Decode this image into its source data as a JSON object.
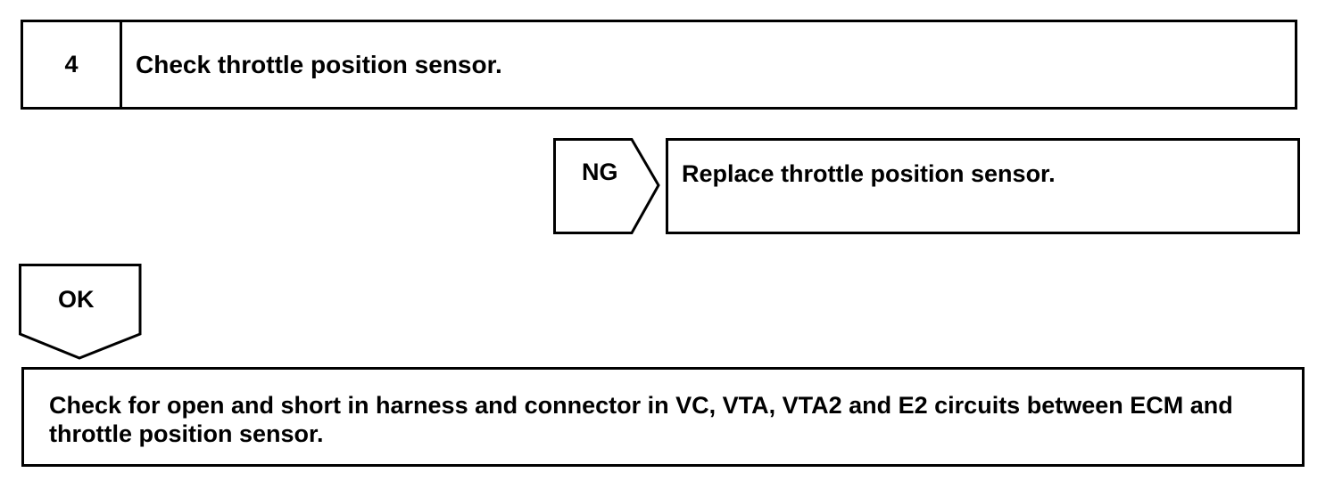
{
  "step": {
    "number": "4",
    "title": "Check throttle position sensor."
  },
  "ng_branch": {
    "label": "NG",
    "result": "Replace throttle position sensor."
  },
  "ok_branch": {
    "label": "OK",
    "result": "Check for open and short in harness and connector in VC, VTA, VTA2 and E2 circuits between ECM and throttle position sensor."
  }
}
